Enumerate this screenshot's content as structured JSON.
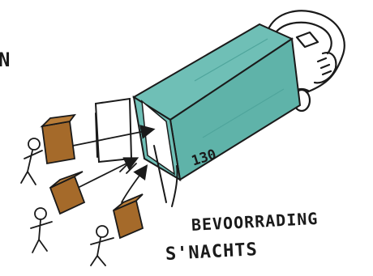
{
  "sketch": {
    "partial_letter": "N",
    "truck_number": "130",
    "caption_line1": "BEVOORRADING",
    "caption_line2": "S'NACHTS"
  },
  "colors": {
    "truck_body": "#6fbfb6",
    "truck_body_dark": "#4fa59c",
    "box": "#a56a2a",
    "box_dark": "#7a4a1a",
    "ink": "#1a1a1a"
  },
  "icons": [
    "truck-icon",
    "box-icon",
    "worker-icon",
    "arrow-icon"
  ]
}
